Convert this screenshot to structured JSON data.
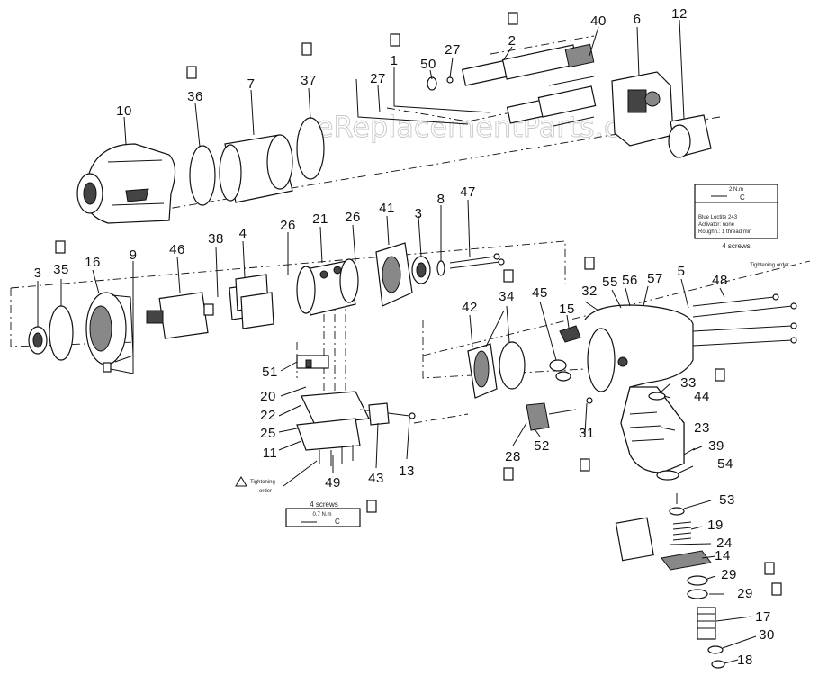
{
  "watermark": "eReplacementParts.com",
  "callouts": [
    "1",
    "2",
    "3",
    "3",
    "4",
    "5",
    "6",
    "7",
    "8",
    "9",
    "10",
    "11",
    "12",
    "13",
    "14",
    "15",
    "16",
    "17",
    "18",
    "19",
    "20",
    "21",
    "22",
    "23",
    "24",
    "25",
    "26",
    "26",
    "27",
    "27",
    "28",
    "29",
    "29",
    "30",
    "31",
    "32",
    "33",
    "34",
    "35",
    "36",
    "37",
    "38",
    "39",
    "40",
    "41",
    "42",
    "43",
    "44",
    "45",
    "46",
    "47",
    "48",
    "49",
    "50",
    "51",
    "52",
    "53",
    "54",
    "55",
    "56",
    "57"
  ],
  "note_torque_top": {
    "torque": "2 N.m",
    "lines": [
      "Blue Loctite 243",
      "Activator: none",
      "Roughn.: 1 thread min"
    ],
    "screws": "4 screws"
  },
  "note_torque_bottom": {
    "screws": "4 screws",
    "torque": "0.7 N.m"
  },
  "tightening_order": [
    "Tightening",
    "order"
  ],
  "tightening_order_right": "Tightening order",
  "colors": {
    "line": "#111111",
    "watermark": "#9a9a9a",
    "background": "#ffffff"
  }
}
